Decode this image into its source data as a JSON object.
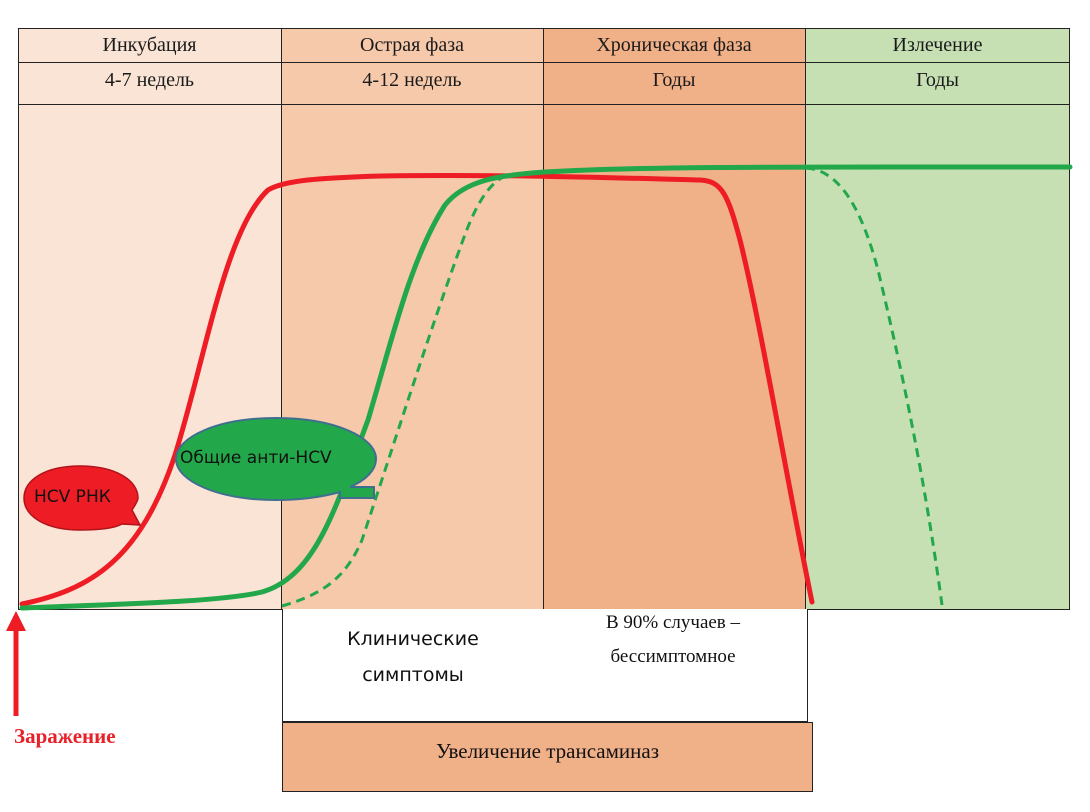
{
  "phases": [
    {
      "name": "Инкубация",
      "duration": "4-7 недель",
      "color": "#fae4d6"
    },
    {
      "name": "Острая фаза",
      "duration": "4-12 недель",
      "color": "#f6c9ab"
    },
    {
      "name": "Хроническая фаза",
      "duration": "Годы",
      "color": "#f0b088"
    },
    {
      "name": "Излечение",
      "duration": "Годы",
      "color": "#c6e0b4"
    }
  ],
  "callouts": {
    "hcv_rna": "HCV РНК",
    "anti_hcv": "Общие анти-HCV"
  },
  "boxes": {
    "clinical_symptoms_line1": "Клинические",
    "clinical_symptoms_line2": "симптомы",
    "asymptomatic_line1": "В 90% случаев –",
    "asymptomatic_line2": "бессимптомное",
    "transaminases": "Увеличение трансаминаз"
  },
  "infection_label": "Заражение",
  "colors": {
    "hcv_rna_curve": "#ee1c25",
    "anti_hcv_curve": "#22a84a",
    "callout_rna_fill": "#ee1c25",
    "callout_anti_fill": "#22a84a",
    "callout_anti_stroke": "#3f6f8f",
    "transaminase_box": "#f0b088"
  }
}
